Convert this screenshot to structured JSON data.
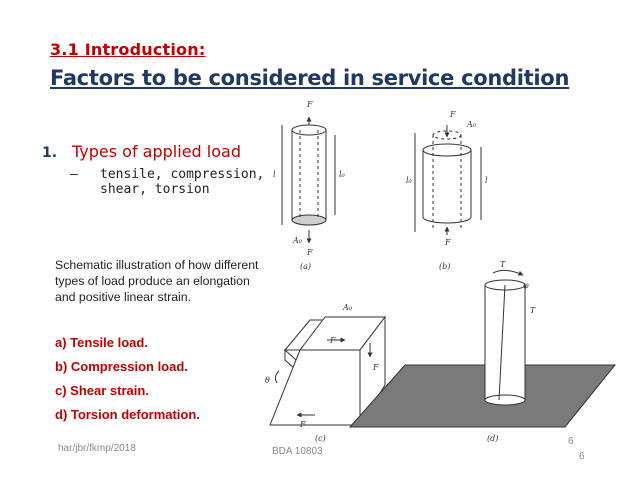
{
  "slide": {
    "section_title": "3.1 Introduction:",
    "main_title": "Factors to be considered in service condition",
    "bullet_number": "1.",
    "bullet_heading": "Types of applied load",
    "sub_dash": "–",
    "sub_text": "tensile, compression, shear, torsion",
    "caption": "Schematic illustration of how different types of load produce an elongation and positive linear strain.",
    "items": [
      "a) Tensile load.",
      "b) Compression load.",
      "c) Shear strain.",
      "d) Torsion deformation."
    ]
  },
  "figure": {
    "labels": {
      "F": "F",
      "A0": "A₀",
      "l": "l",
      "l0": "l₀",
      "T": "T",
      "phi": "φ",
      "theta": "θ",
      "a": "(a)",
      "b": "(b)",
      "c": "(c)",
      "d": "(d)"
    }
  },
  "footer": {
    "left": "har/jbr/fkmp/2018",
    "center": "BDA 10803",
    "page_top": "6",
    "page_bottom": "6"
  }
}
